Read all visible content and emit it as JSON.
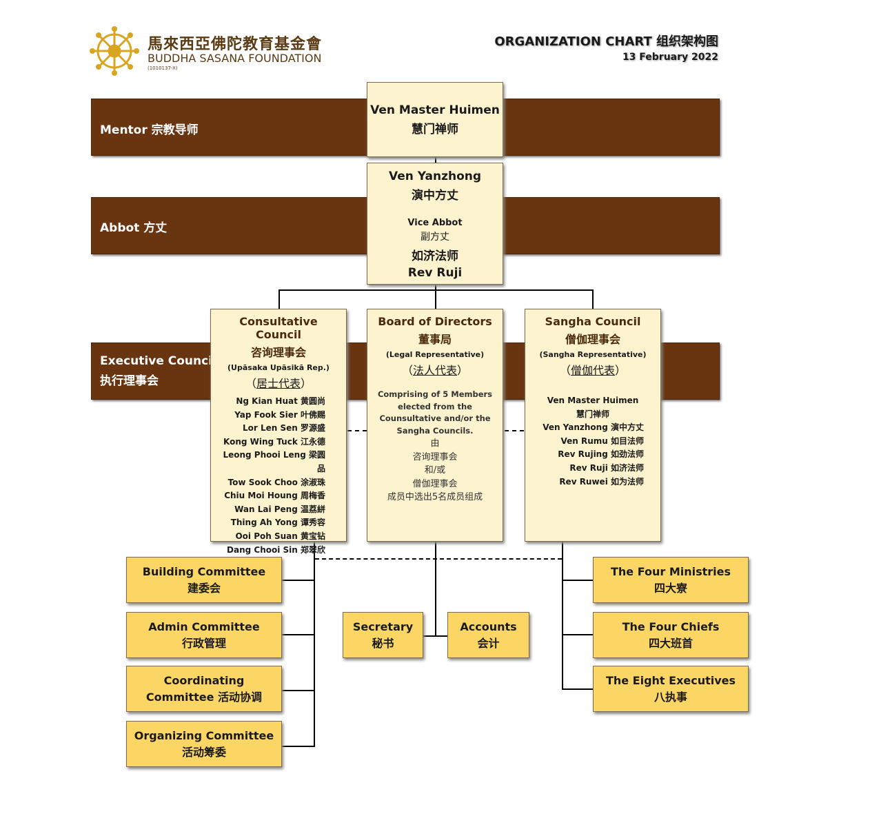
{
  "header": {
    "org_name_cn": "馬來西亞佛陀教育基金會",
    "org_name_en": "BUDDHA SASANA FOUNDATION",
    "org_reg": "(1010137-X)",
    "title": "ORGANIZATION CHART 组织架构图",
    "date": "13 February 2022"
  },
  "bands": {
    "mentor": "Mentor 宗教导师",
    "abbot": "Abbot 方丈",
    "executive_en": "Executive Councils",
    "executive_cn": "执行理事会"
  },
  "mentor_box": {
    "name_en": "Ven Master Huimen",
    "name_cn": "慧门禅师"
  },
  "abbot_box": {
    "name_en": "Ven Yanzhong",
    "name_cn": "演中方丈",
    "vice_en": "Vice Abbot",
    "vice_cn": "副方丈",
    "vice_name_cn": "如济法师",
    "vice_name_en": "Rev Ruji"
  },
  "consultative": {
    "title_en": "Consultative Council",
    "title_cn": "咨询理事会",
    "rep_en": "(Upāsaka Upāsikā Rep.)",
    "rep_cn": "居士代表",
    "members": [
      "Ng Kian Huat 黄圆尚",
      "Yap Fook Sier 叶佛赐",
      "Lor Len Sen 罗源盛",
      "Kong Wing Tuck 江永德",
      "Leong Phooi Leng 梁圆品",
      "Tow Sook Choo 涂淑珠",
      "Chiu Moi Houng 周梅香",
      "Wan Lai Peng 温荔絣",
      "Thing Ah Yong 谭秀容",
      "Ooi Poh Suan 黄宝钻",
      "Dang Chooi Sin 郑翠欣"
    ]
  },
  "board": {
    "title_en": "Board of Directors",
    "title_cn": "董事局",
    "rep_en": "(Legal Representative)",
    "rep_cn": "法人代表",
    "desc_en_1": "Comprising of 5 Members",
    "desc_en_2": "elected from the",
    "desc_en_3": "Counsultative and/or the",
    "desc_en_4": "Sangha Councils.",
    "desc_cn_1": "由",
    "desc_cn_2": "咨询理事会",
    "desc_cn_3": "和/或",
    "desc_cn_4": "僧伽理事会",
    "desc_cn_5": "成员中选出5名成员组成"
  },
  "sangha": {
    "title_en": "Sangha Council",
    "title_cn": "僧伽理事会",
    "rep_en": "(Sangha Representative)",
    "rep_cn": "僧伽代表",
    "members": [
      "Ven Master Huimen",
      "慧门禅师",
      "Ven Yanzhong 演中方丈",
      "Ven Rumu 如目法师",
      "Rev Rujing 如劲法师",
      "Rev Ruji 如济法师",
      "Rev Ruwei 如为法师"
    ]
  },
  "left_committees": [
    {
      "en": "Building Committee",
      "cn": "建委会"
    },
    {
      "en": "Admin Committee",
      "cn": "行政管理"
    },
    {
      "en": "Coordinating",
      "cn": "Committee 活动协调"
    },
    {
      "en": "Organizing Committee",
      "cn": "活动筹委"
    }
  ],
  "center_units": [
    {
      "en": "Secretary",
      "cn": "秘书"
    },
    {
      "en": "Accounts",
      "cn": "会计"
    }
  ],
  "right_units": [
    {
      "en": "The Four Ministries",
      "cn": "四大寮"
    },
    {
      "en": "The Four Chiefs",
      "cn": "四大班首"
    },
    {
      "en": "The Eight Executives",
      "cn": "八执事"
    }
  ],
  "colors": {
    "band": "#693511",
    "cream": "#fdf3cf",
    "yellow": "#fcd665",
    "logo_gold": "#d9a520"
  }
}
